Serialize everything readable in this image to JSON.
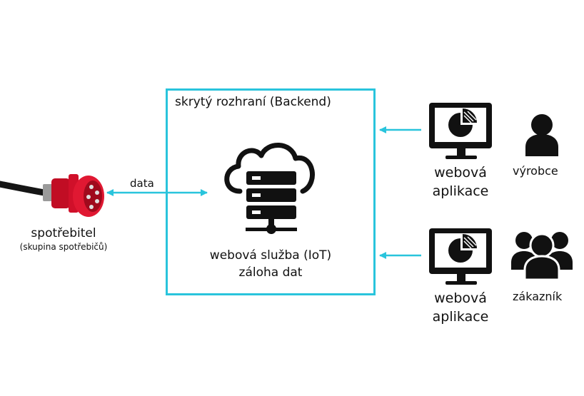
{
  "backend": {
    "title": "skrytý rozhraní (Backend)",
    "service_line1": "webová služba (IoT)",
    "service_line2": "záloha dat"
  },
  "consumer": {
    "label": "spotřebitel",
    "sublabel": "(skupina spotřebičů)"
  },
  "connection_label": "data",
  "apps": [
    {
      "line1": "webová",
      "line2": "aplikace",
      "role": "výrobce"
    },
    {
      "line1": "webová",
      "line2": "aplikace",
      "role": "zákazník"
    }
  ],
  "colors": {
    "accent": "#29c4dc",
    "plug_red": "#d0102a",
    "icon": "#111111"
  }
}
